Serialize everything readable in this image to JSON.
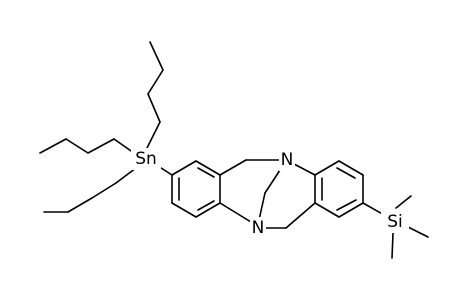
{
  "structure": {
    "atoms": {
      "tin": "Sn",
      "silicon": "Si",
      "nitrogen_top": "N",
      "nitrogen_bottom": "N"
    }
  },
  "colors": {
    "bond": "#000000",
    "background": "#ffffff"
  }
}
